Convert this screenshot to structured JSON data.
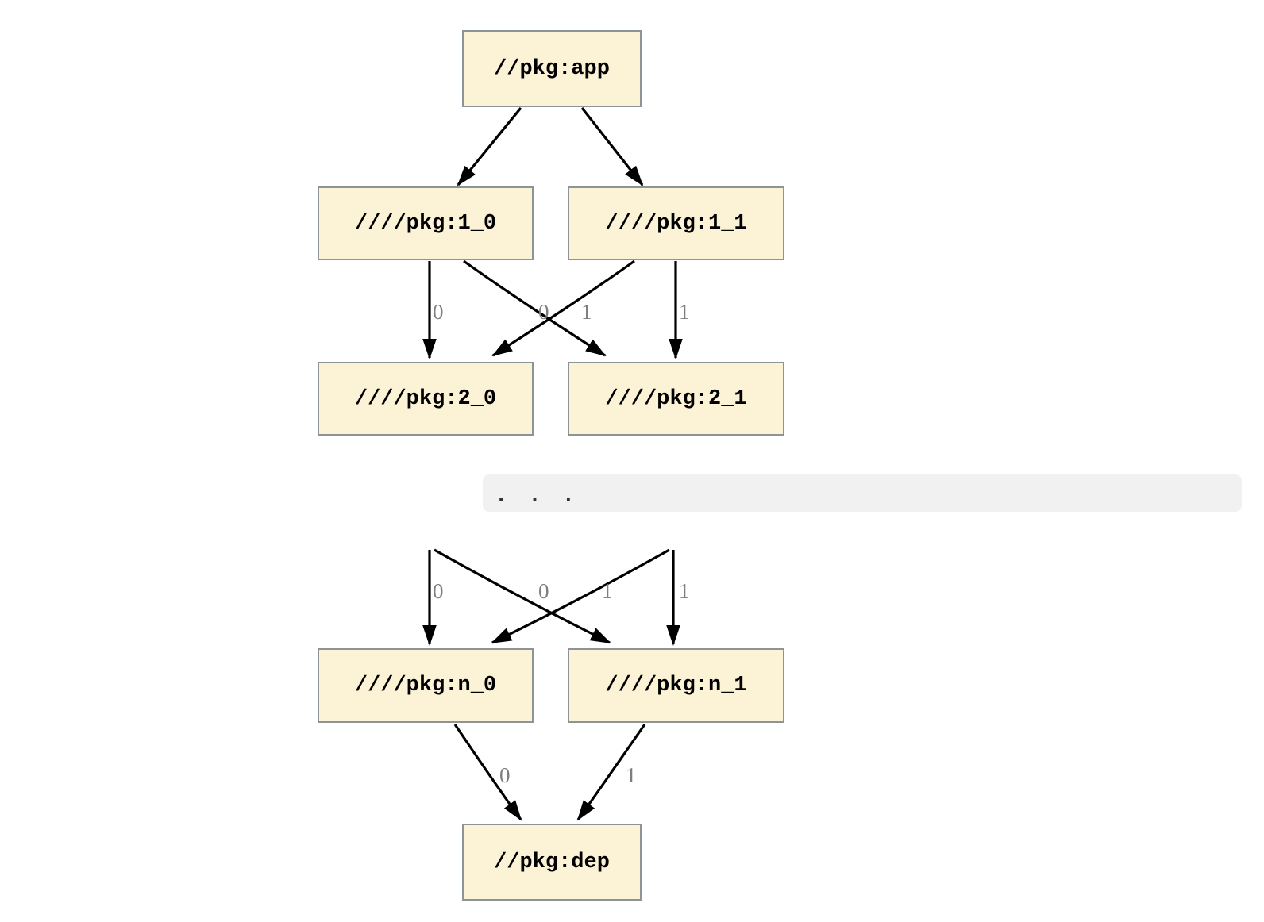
{
  "diagram": {
    "type": "dependency-graph",
    "nodes": [
      {
        "id": "app",
        "label": "//pkg:app"
      },
      {
        "id": "1_0",
        "label": "////pkg:1_0"
      },
      {
        "id": "1_1",
        "label": "////pkg:1_1"
      },
      {
        "id": "2_0",
        "label": "////pkg:2_0"
      },
      {
        "id": "2_1",
        "label": "////pkg:2_1"
      },
      {
        "id": "n_0",
        "label": "////pkg:n_0"
      },
      {
        "id": "n_1",
        "label": "////pkg:n_1"
      },
      {
        "id": "dep",
        "label": "//pkg:dep"
      }
    ],
    "edges": [
      {
        "from": "app",
        "to": "1_0",
        "label": ""
      },
      {
        "from": "app",
        "to": "1_1",
        "label": ""
      },
      {
        "from": "1_0",
        "to": "2_0",
        "label": "0"
      },
      {
        "from": "1_1",
        "to": "2_0",
        "label": "0"
      },
      {
        "from": "1_0",
        "to": "2_1",
        "label": "1"
      },
      {
        "from": "1_1",
        "to": "2_1",
        "label": "1"
      },
      {
        "from": "...",
        "to": "n_0",
        "label": "0"
      },
      {
        "from": "...",
        "to": "n_0",
        "label": "0"
      },
      {
        "from": "...",
        "to": "n_1",
        "label": "1"
      },
      {
        "from": "...",
        "to": "n_1",
        "label": "1"
      },
      {
        "from": "n_0",
        "to": "dep",
        "label": "0"
      },
      {
        "from": "n_1",
        "to": "dep",
        "label": "1"
      }
    ],
    "ellipsis": ". . .",
    "colors": {
      "node_fill": "#fcf3d6",
      "node_border": "#8d9499",
      "edge": "#000000",
      "edge_label": "#7e7e7e",
      "band_background": "#f1f1f1",
      "ellipsis_dots": "#333333",
      "page_background": "#ffffff"
    }
  }
}
